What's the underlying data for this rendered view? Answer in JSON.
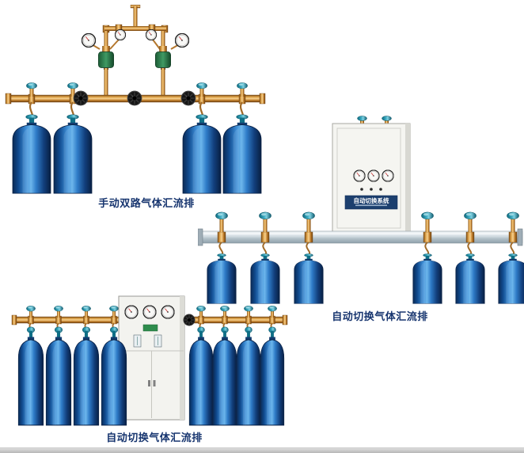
{
  "page": {
    "background": "#ffffff"
  },
  "products": {
    "manual_dual": {
      "caption": "手动双路气体汇流排",
      "cylinders": 4
    },
    "auto_wall": {
      "caption": "自动切换气体汇流排",
      "cabinet_label": "自动切换系统",
      "cylinders": 6
    },
    "auto_floor": {
      "caption": "自动切换气体汇流排",
      "cylinders": 8
    }
  },
  "colors": {
    "caption_text": "#17356f",
    "cylinder_blue": "#2f7cc8",
    "valve_teal": "#39a8bf",
    "pipe_brass": "#d99c42",
    "rail_silver": "#c2ced6",
    "cabinet_body": "#f3f3ef",
    "label_plate_navy": "#1c3f6e",
    "regulator_green": "#3f9a63"
  }
}
